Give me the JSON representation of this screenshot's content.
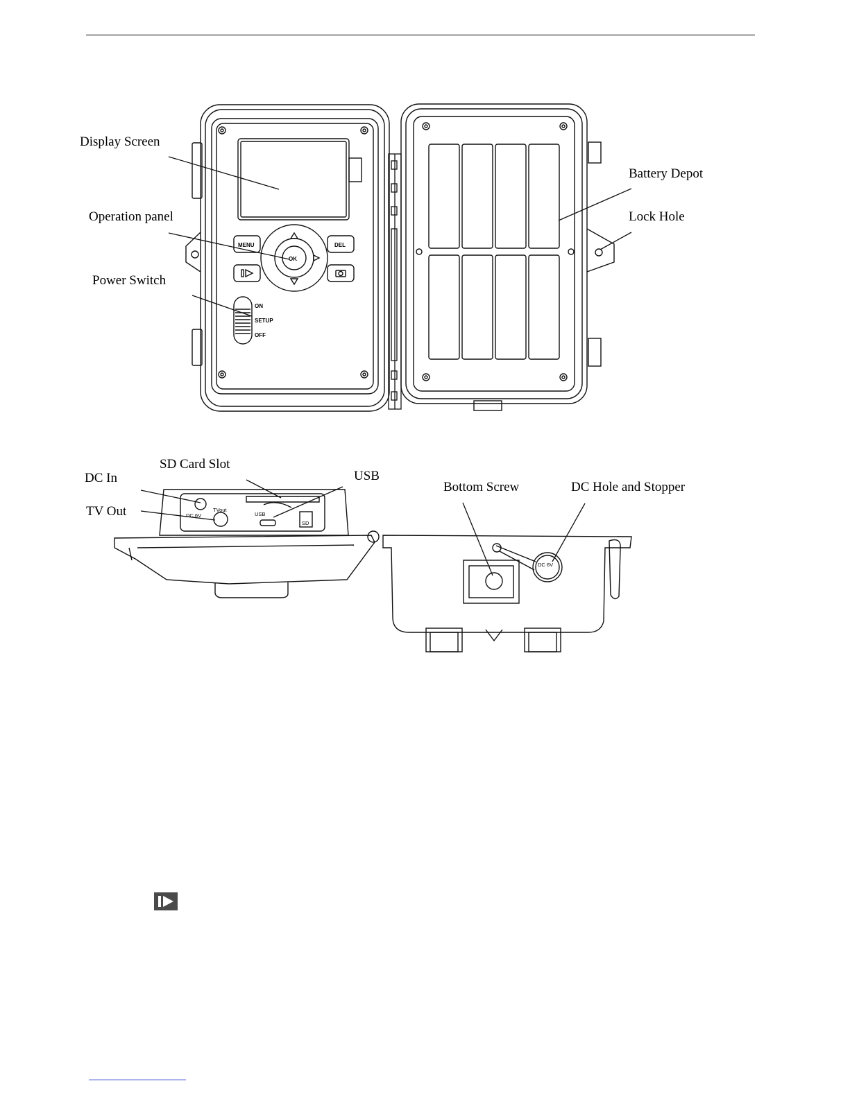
{
  "labels": {
    "display_screen": "Display Screen",
    "operation_panel": "Operation panel",
    "power_switch": "Power Switch",
    "battery_depot": "Battery Depot",
    "lock_hole": "Lock Hole",
    "sd_card_slot": "SD Card Slot",
    "dc_in": "DC In",
    "usb": "USB",
    "tv_out": "TV Out",
    "bottom_screw": "Bottom Screw",
    "dc_hole_stopper": "DC Hole and Stopper"
  },
  "panel": {
    "menu": "MENU",
    "del": "DEL",
    "ok": "OK",
    "switch_on": "ON",
    "switch_setup": "SETUP",
    "switch_off": "OFF"
  },
  "ports": {
    "dc6v": "DC 6V",
    "tvout": "TVout",
    "usb": "USB",
    "sd": "SD"
  },
  "icons": {
    "playback": "playback-icon"
  }
}
